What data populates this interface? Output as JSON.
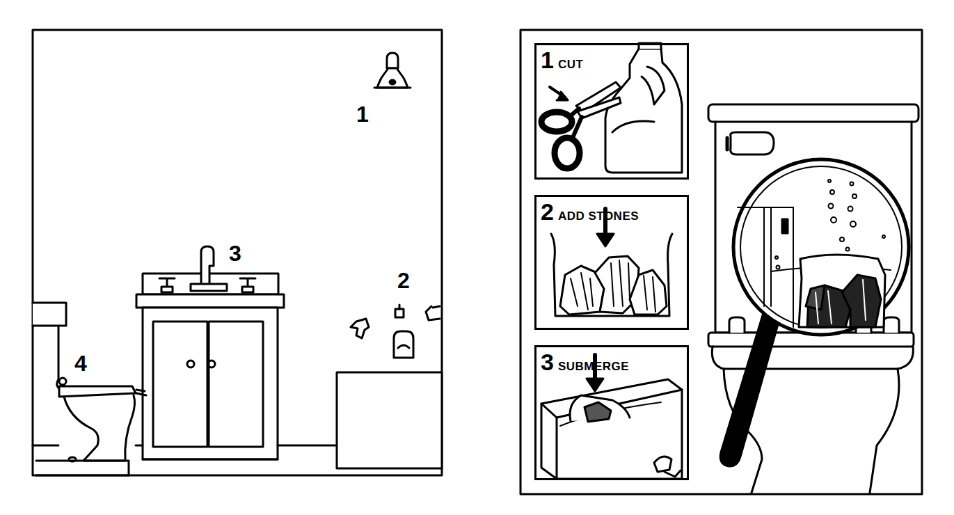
{
  "diagram": {
    "nodes": [
      {
        "text": [
          "1",
          "CUT"
        ]
      },
      {
        "text": [
          "2",
          "ADD STONES"
        ]
      },
      {
        "text": [
          "3",
          "SUBMERGE"
        ]
      }
    ],
    "labels": [
      "1",
      "2",
      "3",
      "4"
    ]
  }
}
